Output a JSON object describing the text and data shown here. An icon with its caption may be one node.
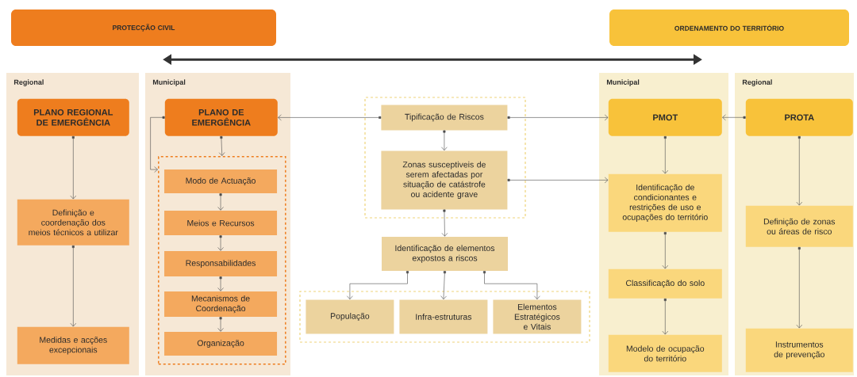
{
  "diagram": {
    "nodes": [
      {
        "text": [
          "PROTECÇÃO CIVIL"
        ]
      },
      {
        "text": [
          "ORDENAMENTO DO TERRITÓRIO"
        ]
      },
      {
        "text": [
          "Regional"
        ]
      },
      {
        "text": [
          "Municipal"
        ]
      },
      {
        "text": [
          "Municipal"
        ]
      },
      {
        "text": [
          "Regional"
        ]
      },
      {
        "text": [
          "PLANO REGIONAL DE EMERGÊNCIA"
        ],
        "in": 2
      },
      {
        "text": [
          "Definição e coordenação dos meios técnicos a utilizar"
        ],
        "in": 2
      },
      {
        "text": [
          "Medidas e acções excepcionais"
        ],
        "in": 2
      },
      {
        "text": [
          "PLANO DE EMERGÊNCIA"
        ],
        "in": 3
      },
      {
        "text": [],
        "shape": "box",
        "in": 3
      },
      {
        "text": [
          "Modo de Actuação"
        ],
        "in": 10
      },
      {
        "text": [
          "Meios e Recursos"
        ],
        "in": 10
      },
      {
        "text": [
          "Responsabilidades"
        ],
        "in": 10
      },
      {
        "text": [
          "Mecanismos de Coordenação"
        ],
        "in": 10
      },
      {
        "text": [
          "Organização"
        ],
        "in": 10
      },
      {
        "text": [],
        "shape": "box"
      },
      {
        "text": [
          "Tipificação de Riscos"
        ],
        "in": 16
      },
      {
        "text": [
          "Zonas susceptiveis de serem afectadas por situação de catástrofe ou acidente grave"
        ],
        "in": 16
      },
      {
        "text": [
          "Identificação de elementos expostos a riscos"
        ]
      },
      {
        "text": [],
        "shape": "box"
      },
      {
        "text": [
          "População"
        ],
        "in": 20
      },
      {
        "text": [
          "Infra-estruturas"
        ],
        "in": 20
      },
      {
        "text": [
          "Elementos Estratégicos e Vitais"
        ],
        "in": 20
      },
      {
        "text": [
          "PMOT"
        ],
        "in": 4
      },
      {
        "text": [
          "Identificação de condicionantes e restrições de uso e ocupações do território"
        ],
        "in": 4
      },
      {
        "text": [
          "Classificação do solo"
        ],
        "in": 4
      },
      {
        "text": [
          "Modelo de ocupação do território"
        ],
        "in": 4
      },
      {
        "text": [
          "PROTA"
        ],
        "in": 5
      },
      {
        "text": [
          "Definição de zonas ou áreas de risco"
        ],
        "in": 5
      },
      {
        "text": [
          "Instrumentos de prevenção"
        ],
        "in": 5
      }
    ],
    "edges": [
      {
        "from": 0,
        "to": 1,
        "arrow": "both",
        "style": "thick",
        "color": "#333333"
      },
      {
        "from": 6,
        "to": 7,
        "arrow": "to"
      },
      {
        "from": 7,
        "to": 8,
        "arrow": "to"
      },
      {
        "from": 9,
        "to": 10,
        "arrow": "to"
      },
      {
        "from": 9,
        "to": 10,
        "arrow": "to"
      },
      {
        "from": 11,
        "to": 12,
        "arrow": "to"
      },
      {
        "from": 12,
        "to": 13,
        "arrow": "to"
      },
      {
        "from": 13,
        "to": 14,
        "arrow": "to"
      },
      {
        "from": 14,
        "to": 15,
        "arrow": "to"
      },
      {
        "from": 17,
        "to": 9,
        "arrow": "to"
      },
      {
        "from": 17,
        "to": 24,
        "arrow": "to"
      },
      {
        "from": 17,
        "to": 18,
        "arrow": "to"
      },
      {
        "from": 18,
        "to": 25,
        "arrow": "to"
      },
      {
        "from": 18,
        "to": 19,
        "arrow": "to"
      },
      {
        "from": 19,
        "to": 21,
        "arrow": "to"
      },
      {
        "from": 19,
        "to": 22,
        "arrow": "to"
      },
      {
        "from": 19,
        "to": 23,
        "arrow": "to"
      },
      {
        "from": 24,
        "to": 25,
        "arrow": "to"
      },
      {
        "from": 25,
        "to": 26,
        "arrow": "to"
      },
      {
        "from": 26,
        "to": 27,
        "arrow": "to"
      },
      {
        "from": 28,
        "to": 24,
        "arrow": "to"
      },
      {
        "from": 28,
        "to": 29,
        "arrow": "to"
      },
      {
        "from": 29,
        "to": 30,
        "arrow": "to"
      }
    ]
  }
}
